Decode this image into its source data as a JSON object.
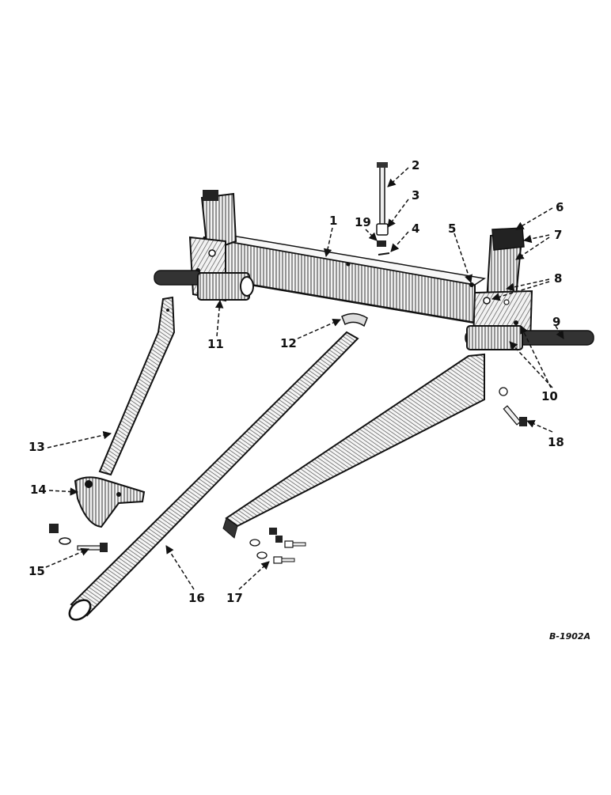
{
  "diagram": {
    "figure_id": "B-1902A",
    "callouts": [
      "1",
      "2",
      "3",
      "4",
      "5",
      "6",
      "7",
      "8",
      "9",
      "10",
      "11",
      "12",
      "13",
      "14",
      "15",
      "16",
      "17",
      "18",
      "19"
    ],
    "ink_color": "#111111",
    "part_fill": "#e8e8e8",
    "hatch_color": "#555555"
  }
}
